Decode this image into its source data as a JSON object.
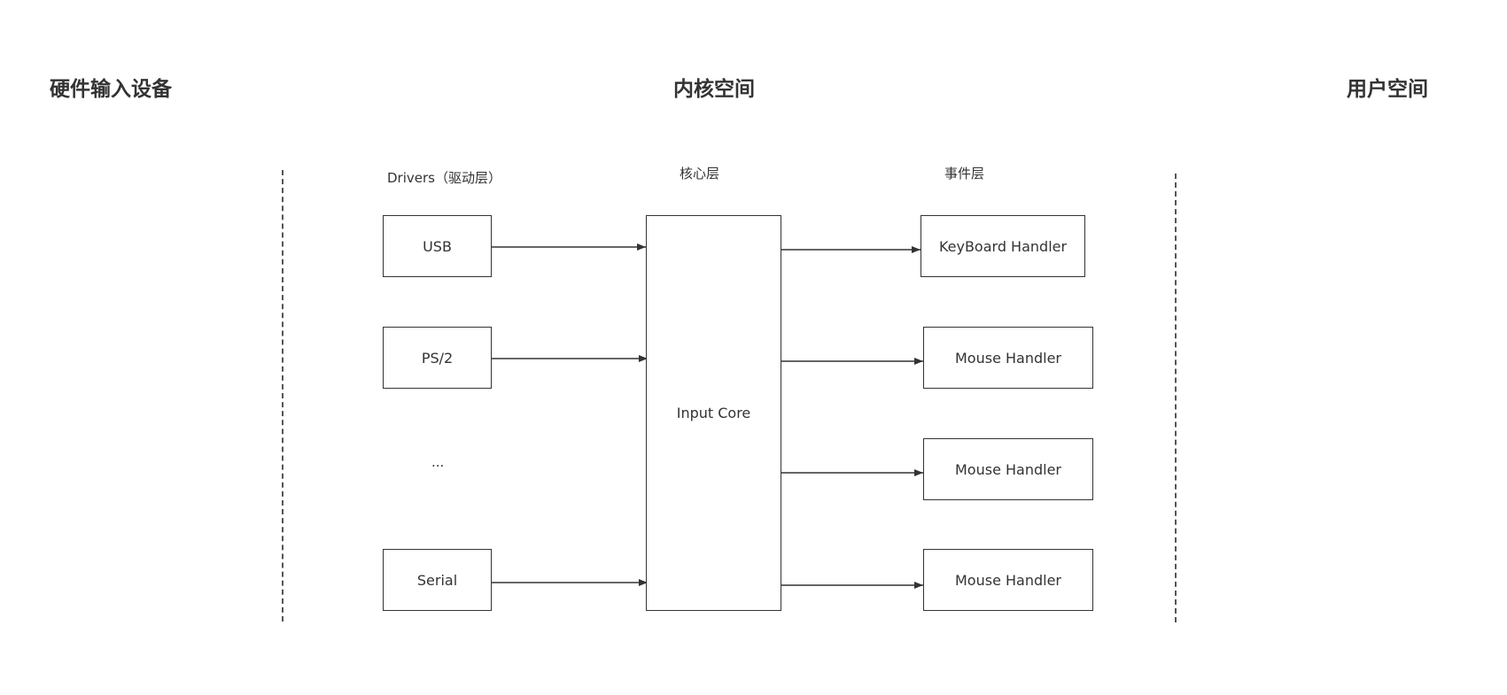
{
  "sections": {
    "hardware": "硬件输入设备",
    "kernel": "内核空间",
    "user": "用户空间"
  },
  "layers": {
    "drivers": "Drivers（驱动层）",
    "core": "核心层",
    "event": "事件层"
  },
  "drivers": {
    "usb": "USB",
    "ps2": "PS/2",
    "more": "...",
    "serial": "Serial"
  },
  "core": {
    "label": "Input Core"
  },
  "handlers": {
    "keyboard": "KeyBoard Handler",
    "mouse_1": "Mouse Handler",
    "mouse_2": "Mouse Handler",
    "mouse_3": "Mouse Handler"
  },
  "colors": {
    "line": "#333333",
    "divider": "#555555",
    "background": "#ffffff"
  }
}
